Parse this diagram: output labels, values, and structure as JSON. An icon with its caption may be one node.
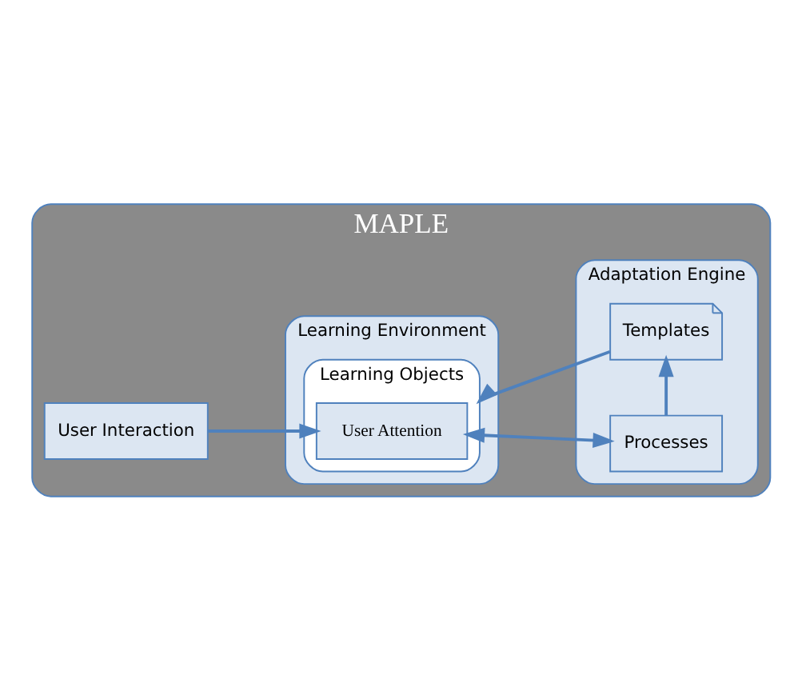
{
  "diagram": {
    "nodes": [
      {
        "text": [
          "MAPLE"
        ]
      },
      {
        "text": [
          "Learning Environment"
        ],
        "in": 0
      },
      {
        "text": [
          "Learning Objects"
        ],
        "in": 1
      },
      {
        "text": [
          "User Attention"
        ],
        "in": 2
      },
      {
        "text": [
          "Adaptation Engine"
        ],
        "in": 0
      },
      {
        "text": [
          "Processes"
        ],
        "in": 4
      },
      {
        "text": [
          "Templates"
        ],
        "in": 4
      },
      {
        "text": [
          "User Interaction"
        ],
        "in": 0
      }
    ],
    "edges": [
      {
        "from": 3,
        "to": 5,
        "arrow": "both"
      },
      {
        "from": 5,
        "to": 6,
        "arrow": "to"
      },
      {
        "from": 6,
        "to": 2,
        "arrow": "to"
      },
      {
        "from": 7,
        "to": 3,
        "arrow": "to"
      }
    ]
  }
}
